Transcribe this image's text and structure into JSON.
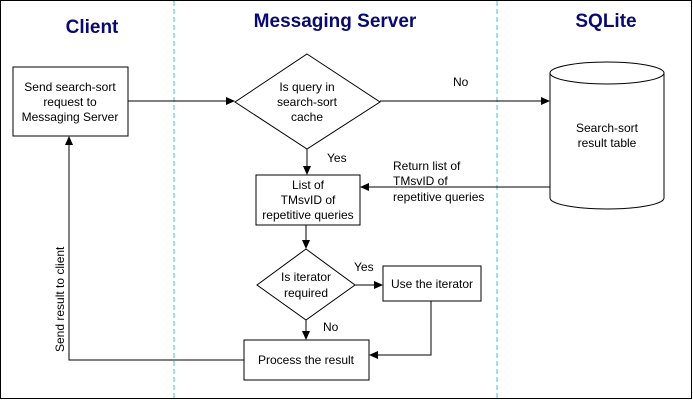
{
  "colors": {
    "lane_title": "#0a0a6e",
    "divider": "#5ec8f0",
    "border": "#000000"
  },
  "lanes": {
    "client": "Client",
    "server": "Messaging Server",
    "sqlite": "SQLite"
  },
  "nodes": {
    "send_request": [
      "Send search-sort",
      "request to",
      "Messaging Server"
    ],
    "query_cache": [
      "Is query in",
      "search-sort",
      "cache"
    ],
    "result_table": [
      "Search-sort",
      "result table"
    ],
    "list_tmsvid": [
      "List of",
      "TMsvID of",
      "repetitive queries"
    ],
    "iterator_required": [
      "Is iterator",
      "required"
    ],
    "use_iterator": [
      "Use the iterator"
    ],
    "process_result": [
      "Process the result"
    ]
  },
  "edge_labels": {
    "no_top": "No",
    "yes_cache": "Yes",
    "return_list": [
      "Return list of",
      "TMsvID of",
      "repetitive queries"
    ],
    "yes_iterator": "Yes",
    "no_iterator": "No",
    "send_result": "Send result to client"
  }
}
